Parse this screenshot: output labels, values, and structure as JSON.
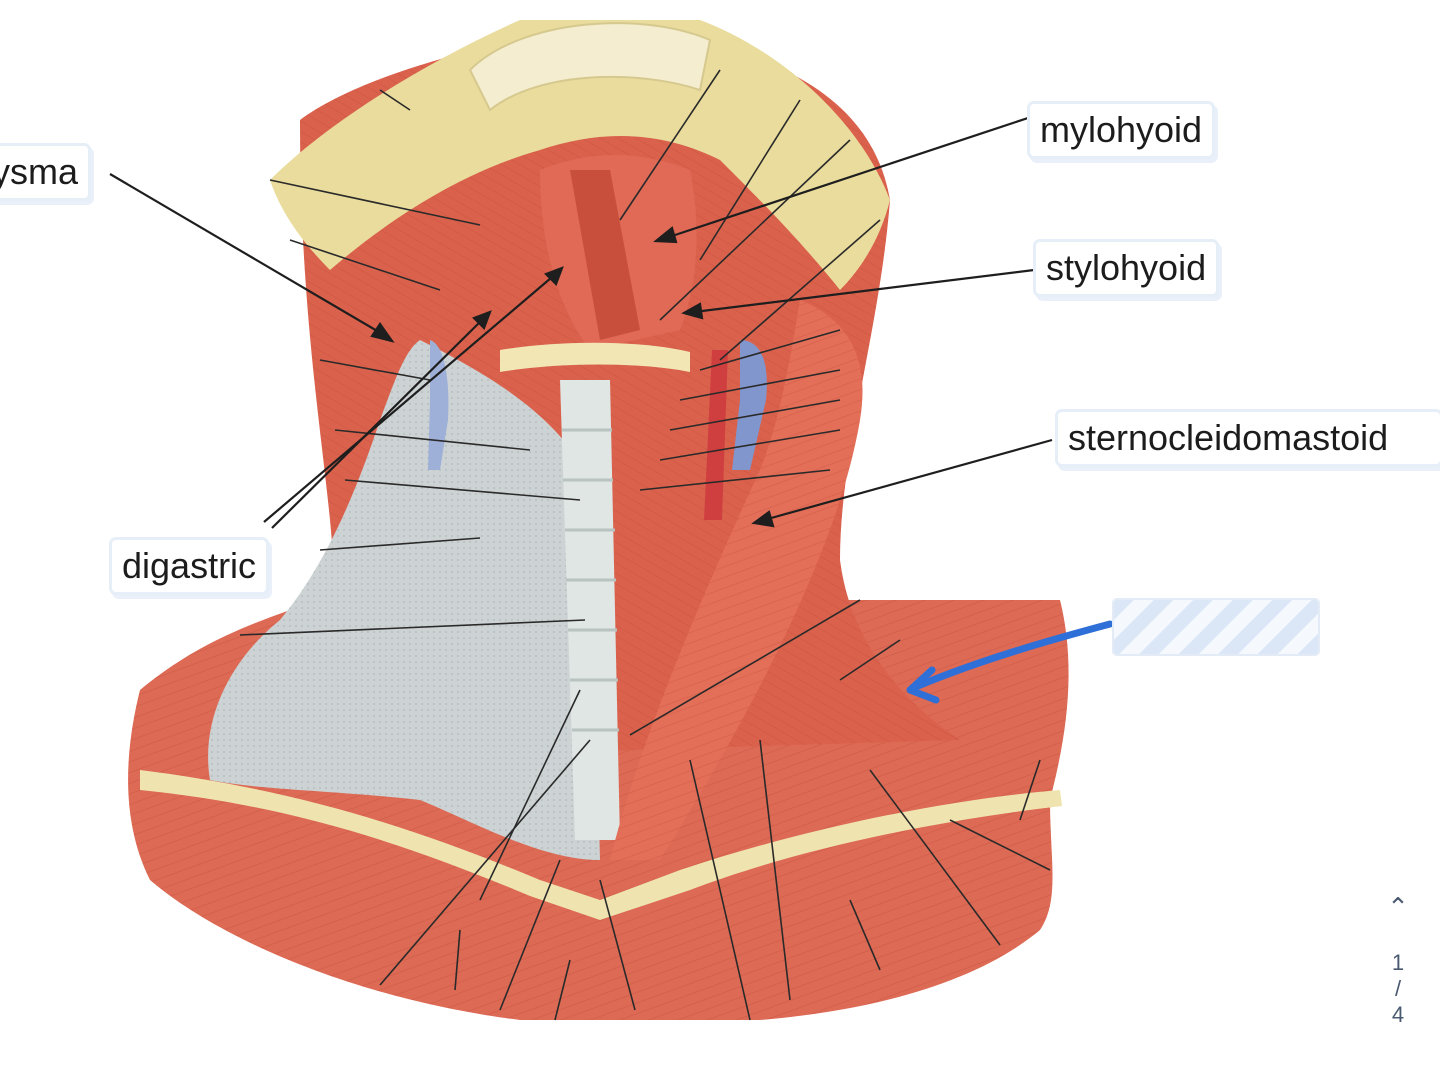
{
  "labels": {
    "platysma": "ysma",
    "mylohyoid": "mylohyoid",
    "stylohyoid": "stylohyoid",
    "sternocleidomastoid": "sternocleidomastoid",
    "digastric": "digastric"
  },
  "pager": {
    "current": "1",
    "separator": "/",
    "total": "4",
    "up_icon": "chevron-up-icon"
  },
  "colors": {
    "muscle": "#d9604b",
    "muscle_light": "#ef8f78",
    "bone": "#ece3a3",
    "fascia": "#cfd6d8",
    "vein": "#7f93c9",
    "artery": "#cf3f3f",
    "leader_line": "#222222",
    "pointer_arrow": "#2f6fd8"
  }
}
